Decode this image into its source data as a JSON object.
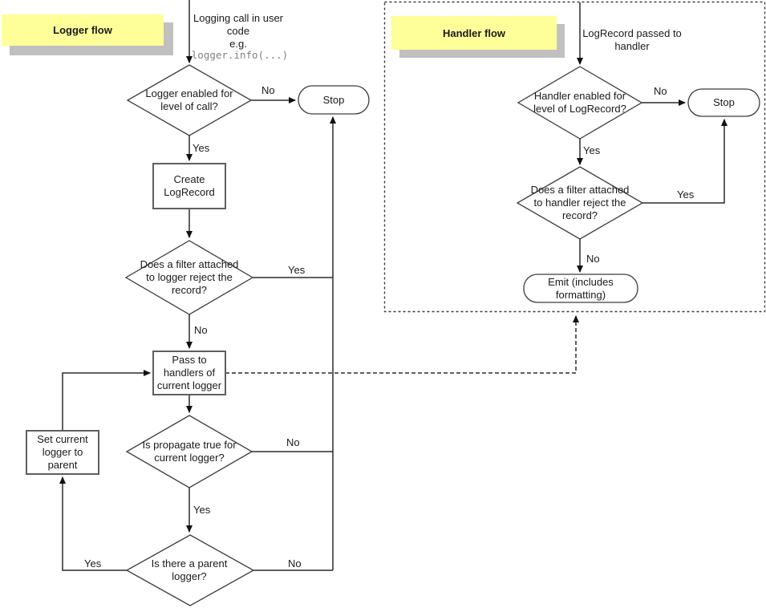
{
  "diagram": {
    "colors": {
      "line": "#2b2b2b",
      "shape_border": "#3c3c3c",
      "rect_border": "#5f5f5f",
      "sticky_bg": "#ffff99",
      "sticky_shadow": "#c0c0c0",
      "code_text": "#808080"
    },
    "logger_flow": {
      "title": "Logger flow",
      "entry_text": "Logging call in user\ncode\ne.g.",
      "entry_code": "logger.info(...)",
      "nodes": {
        "enabled": "Logger enabled for\nlevel of call?",
        "create": "Create\nLogRecord",
        "filter": "Does a filter attached\nto logger reject the\nrecord?",
        "pass": "Pass to\nhandlers of\ncurrent logger",
        "propagate": "Is propagate true for\ncurrent logger?",
        "parent": "Is there a parent\nlogger?",
        "set_parent": "Set current\nlogger to parent",
        "stop": "Stop"
      },
      "labels": {
        "enabled_no": "No",
        "enabled_yes": "Yes",
        "filter_yes": "Yes",
        "filter_no": "No",
        "propagate_no": "No",
        "propagate_yes": "Yes",
        "parent_yes": "Yes",
        "parent_no": "No"
      }
    },
    "handler_flow": {
      "title": "Handler flow",
      "entry_text": "LogRecord passed to\nhandler",
      "nodes": {
        "enabled": "Handler enabled for\nlevel of LogRecord?",
        "filter": "Does a filter attached\nto handler reject the\nrecord?",
        "emit": "Emit (includes formatting)",
        "stop": "Stop"
      },
      "labels": {
        "enabled_no": "No",
        "enabled_yes": "Yes",
        "filter_yes": "Yes",
        "filter_no": "No"
      }
    }
  }
}
